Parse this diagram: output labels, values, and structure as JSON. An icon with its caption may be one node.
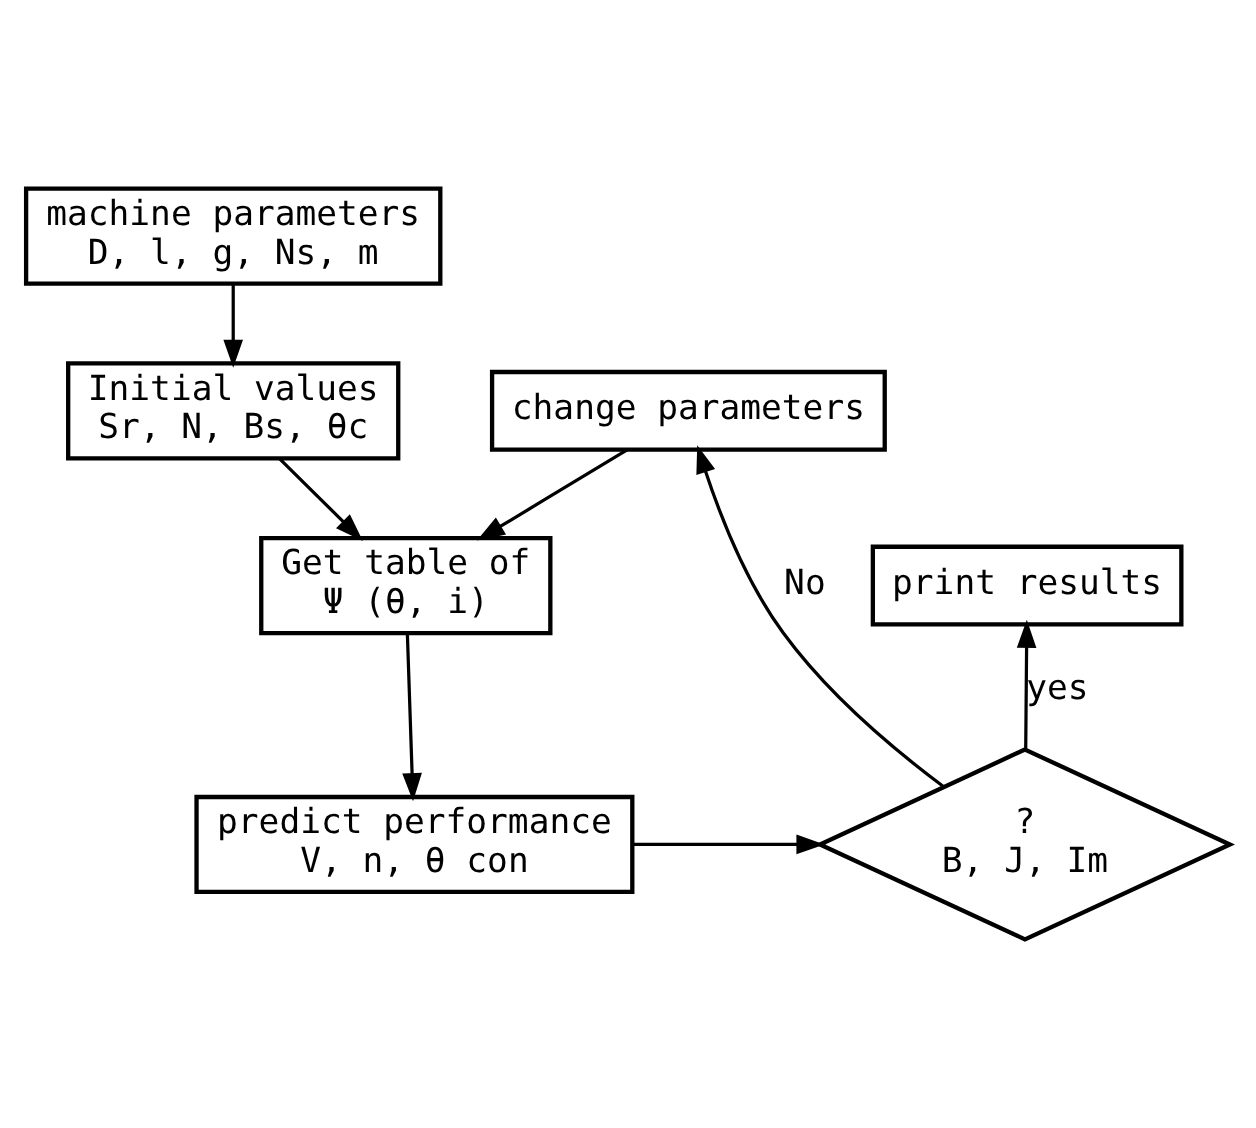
{
  "diagram": {
    "nodes": [
      {
        "text": [
          "machine parameters",
          "D, l, g, Ns, m"
        ]
      },
      {
        "text": [
          "Initial values",
          "Sr, N, Bs, θc"
        ]
      },
      {
        "text": [
          "change parameters"
        ]
      },
      {
        "text": [
          "Get table of",
          "Ψ (θ, i)"
        ]
      },
      {
        "text": [
          "print results"
        ]
      },
      {
        "text": [
          "?",
          "B, J, Im"
        ]
      },
      {
        "text": [
          "predict performance",
          "V, n, θ con"
        ]
      }
    ],
    "edges": [
      {
        "from": 0,
        "to": 1,
        "arrow": "to"
      },
      {
        "from": 1,
        "to": 3,
        "arrow": "to"
      },
      {
        "from": 2,
        "to": 3,
        "arrow": "to"
      },
      {
        "from": 3,
        "to": 6,
        "arrow": "to"
      },
      {
        "from": 6,
        "to": 5,
        "arrow": "to"
      },
      {
        "from": 5,
        "to": 4,
        "arrow": "to",
        "label": "yes"
      },
      {
        "from": 5,
        "to": 2,
        "arrow": "to",
        "label": "No"
      }
    ]
  }
}
